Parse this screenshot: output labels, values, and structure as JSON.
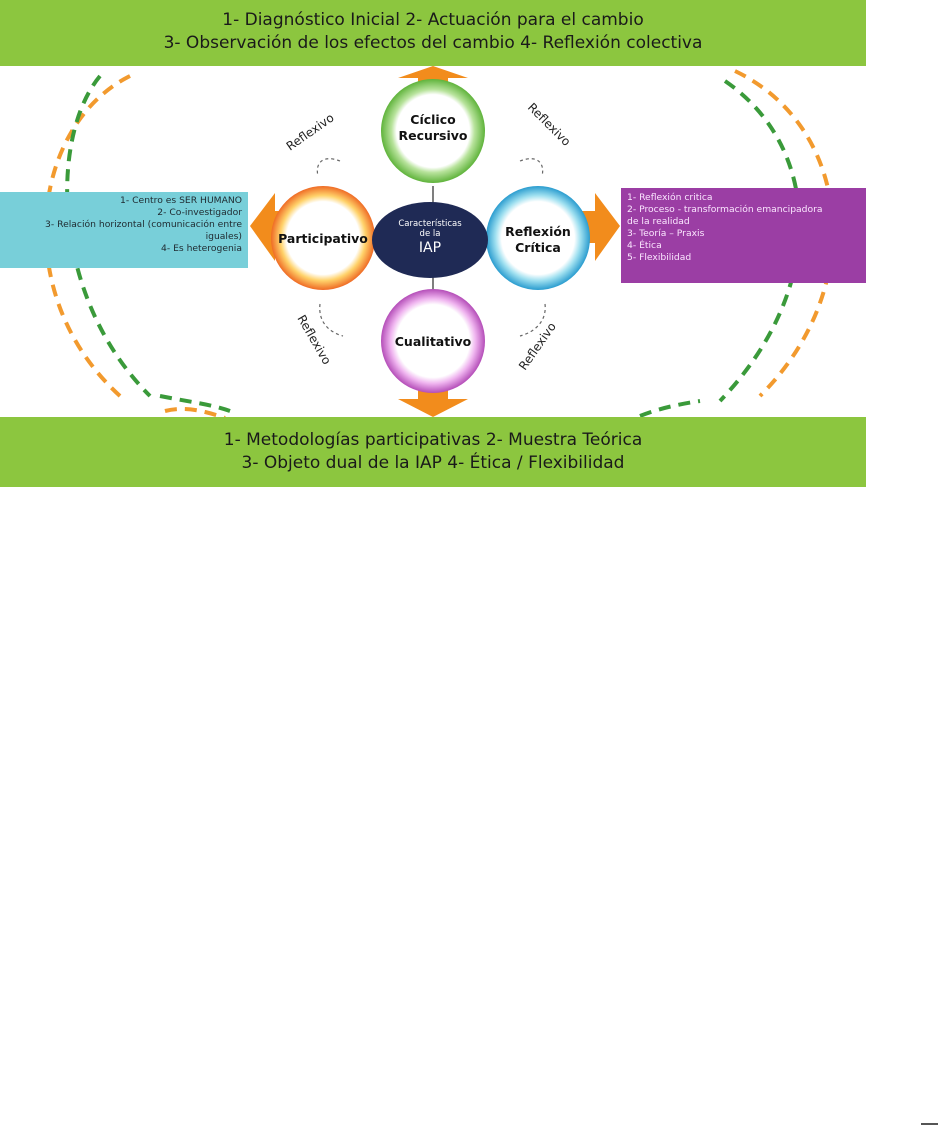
{
  "top_banner": {
    "line1": "1- Diagnóstico Inicial    2- Actuación para el cambio",
    "line2": "3- Observación de los efectos del cambio    4- Reflexión colectiva"
  },
  "bottom_banner": {
    "line1": "1- Metodologías participativas  2- Muestra Teórica",
    "line2": "3- Objeto dual de la IAP  4- Ética / Flexibilidad"
  },
  "center": {
    "small_line1": "Características",
    "small_line2": "de la",
    "big": "IAP"
  },
  "circles": {
    "top": {
      "line1": "Cíclico",
      "line2": "Recursivo",
      "color": "#7cc45a"
    },
    "left": {
      "line1": "Participativo",
      "color": "#f0a830"
    },
    "right": {
      "line1": "Reflexión",
      "line2": "Crítica",
      "color": "#4bb8d8"
    },
    "bottom": {
      "line1": "Cualitativo",
      "color": "#c66fc6"
    }
  },
  "reflexive_label": "Reflexivo",
  "left_box": {
    "items": [
      "1- Centro es SER HUMANO",
      "2- Co-investigador",
      "3- Relación horizontal (comunicación entre",
      "iguales)",
      "4- Es heterogenia"
    ]
  },
  "right_box": {
    "items": [
      "1- Reflexión critica",
      "2- Proceso - transformación emancipadora",
      "de la realidad",
      "3- Teoría – Praxis",
      "4- Ética",
      "5- Flexibilidad"
    ]
  },
  "colors": {
    "banner_green": "#8cc63f",
    "arrow_orange": "#f28c1c",
    "dash_orange": "#f29a2e",
    "dash_green": "#3a9a3a",
    "center_navy": "#1f2a55",
    "left_box": "#78cfd9",
    "right_box": "#9b3ea4"
  }
}
